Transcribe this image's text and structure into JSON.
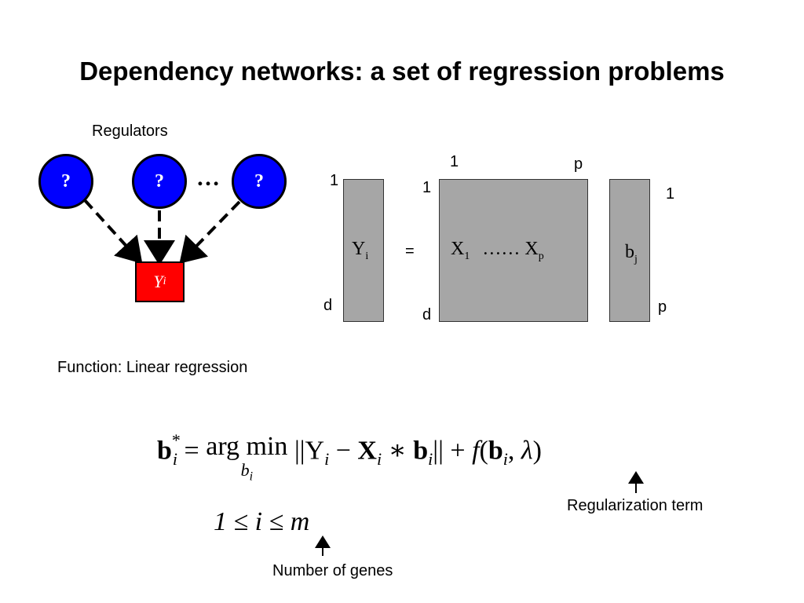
{
  "title": "Dependency networks: a set of regression problems",
  "network": {
    "regulators_label": "Regulators",
    "regulator_nodes": [
      "?",
      "?",
      "?"
    ],
    "ellipsis": "…",
    "target_label": "Y",
    "target_sub": "i"
  },
  "matrices": {
    "y": {
      "label": "Y",
      "sub": "i",
      "top_label": "1",
      "bottom_label": "d"
    },
    "equals": "=",
    "x": {
      "first": "X",
      "first_sub": "1",
      "dots": "……",
      "last": "X",
      "last_sub": "p",
      "col_start": "1",
      "col_end": "p",
      "row_start": "1",
      "row_end": "d"
    },
    "b": {
      "label": "b",
      "sub": "j",
      "top_label": "1",
      "bottom_label": "p"
    }
  },
  "function_label": "Function: Linear regression",
  "equation": {
    "lhs": "b",
    "lhs_sub": "i",
    "lhs_sup": "*",
    "argmin": "arg min",
    "argmin_under": "b",
    "argmin_under_sub": "i",
    "body": "||Y",
    "constraint": "1 ≤ i ≤ m"
  },
  "annotations": {
    "regularization": "Regularization term",
    "genes": "Number of genes"
  }
}
